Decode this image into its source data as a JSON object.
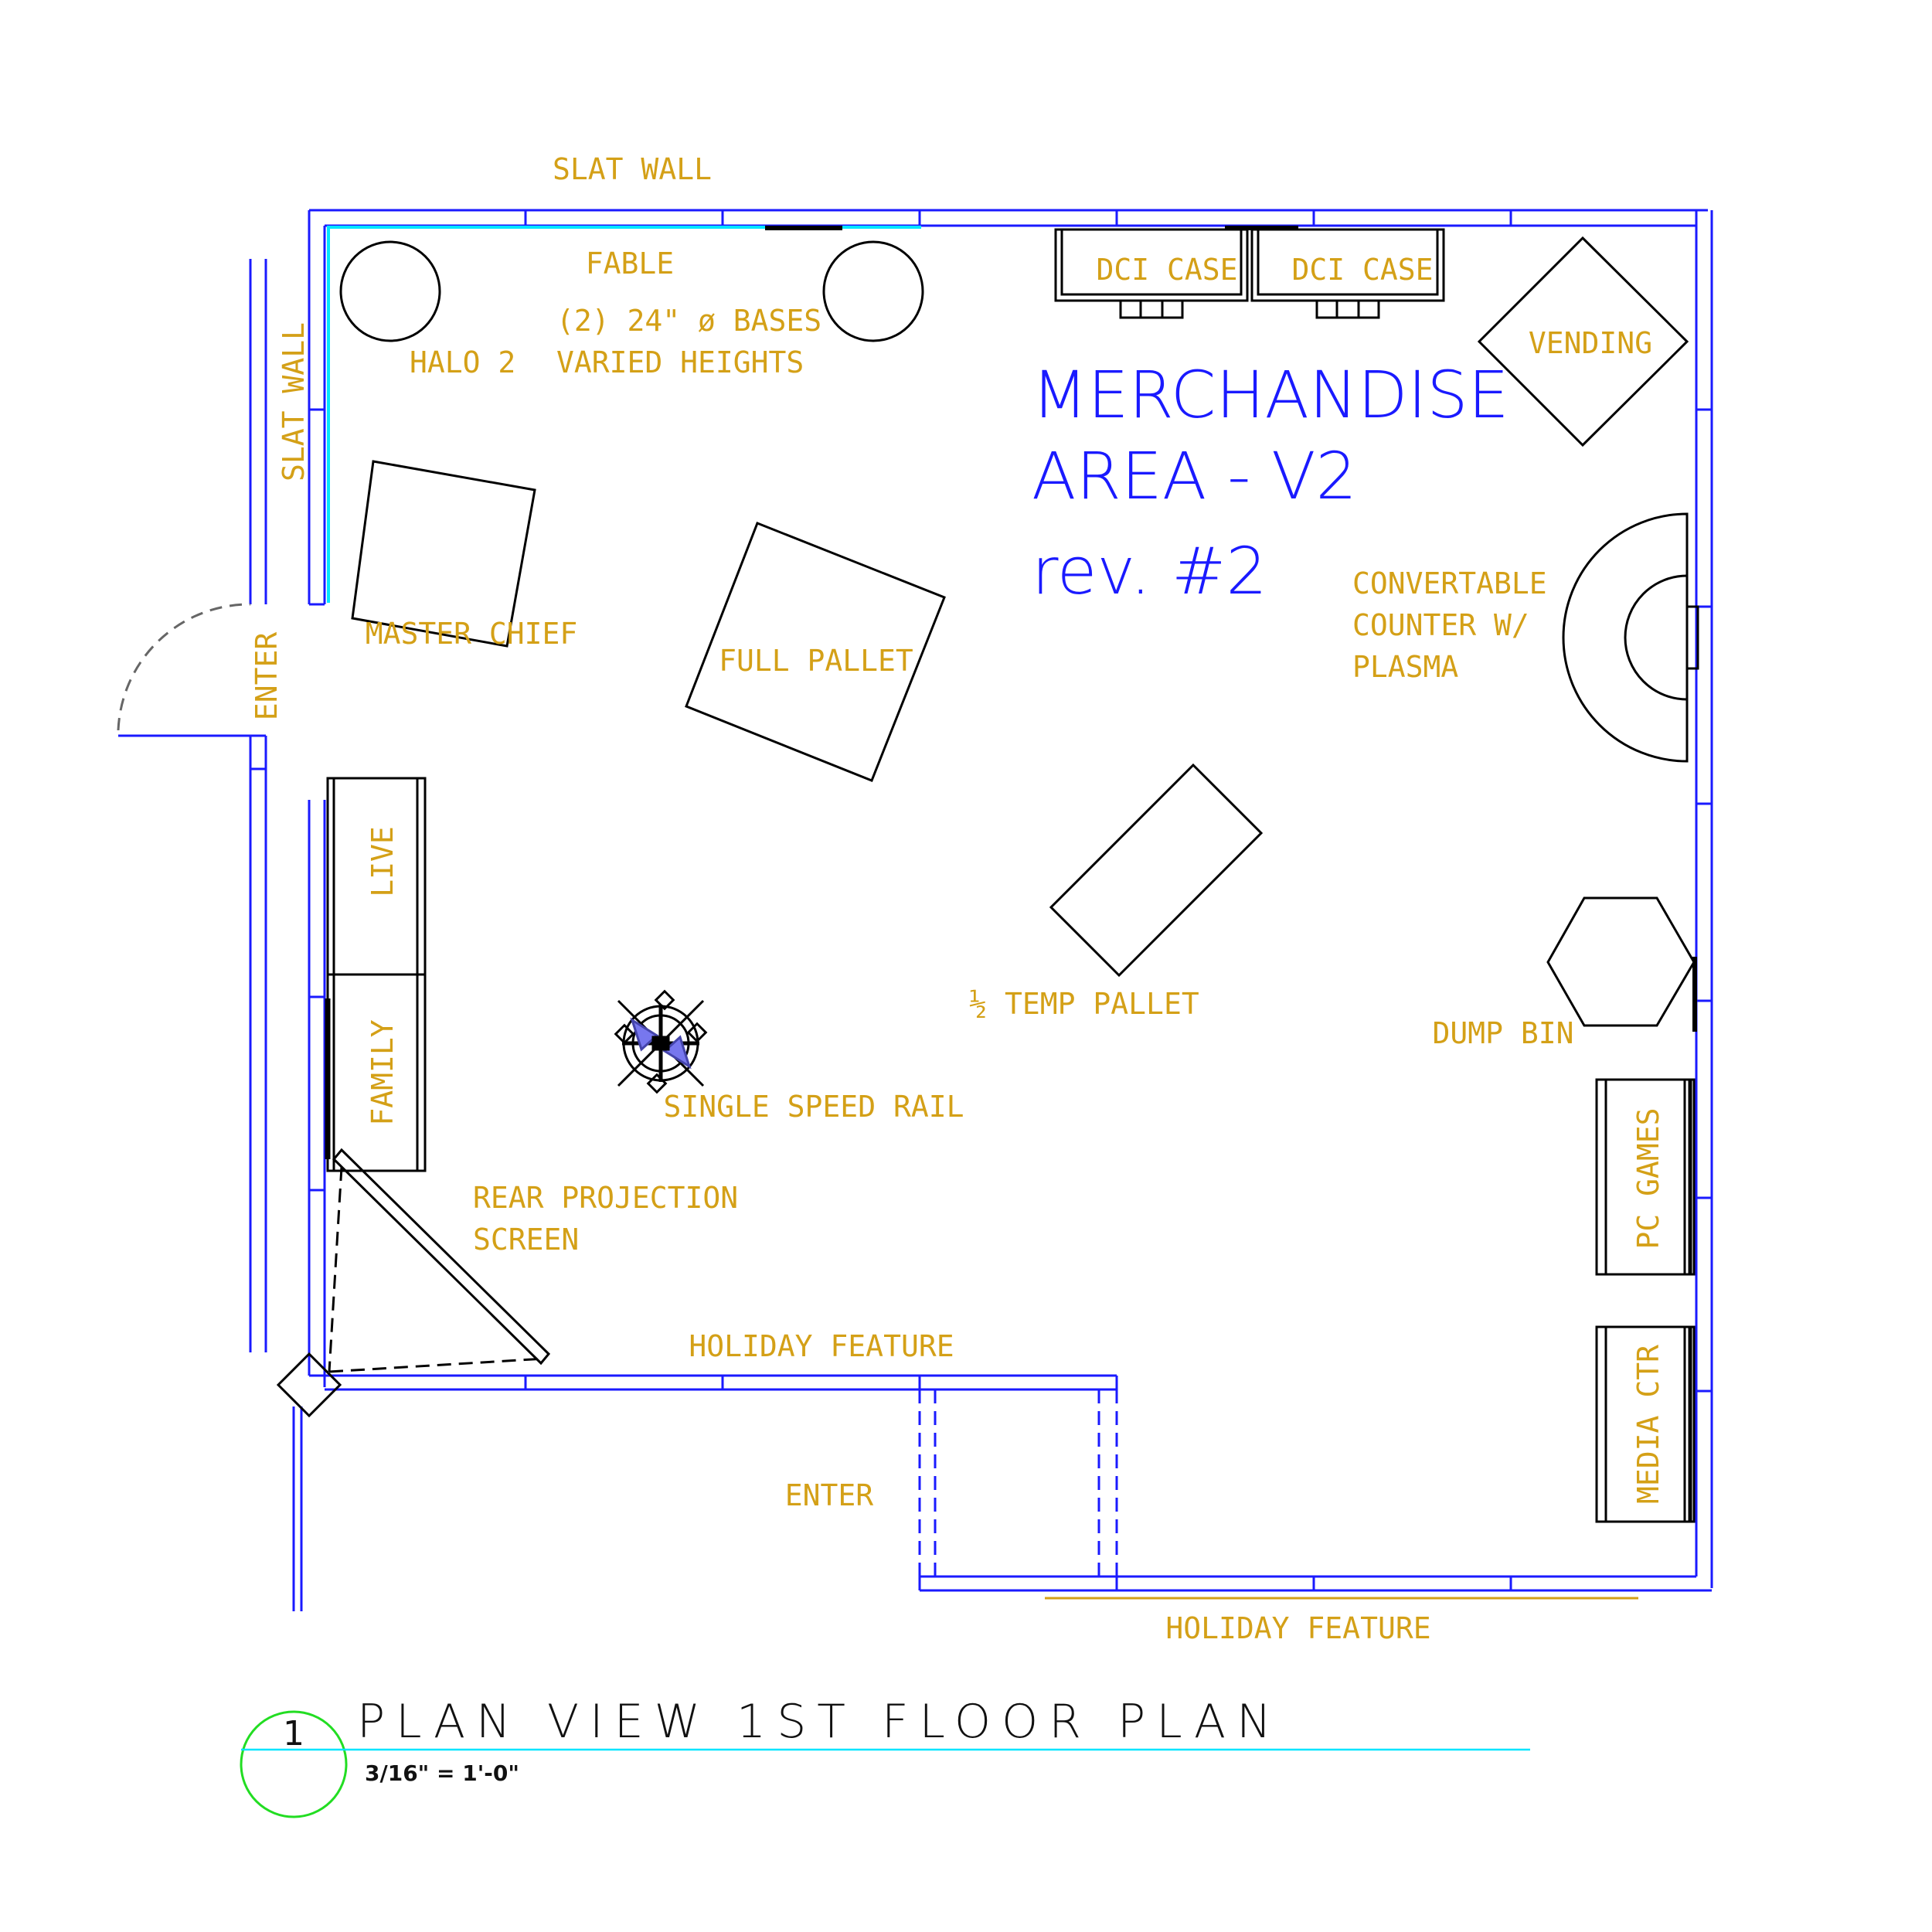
{
  "title": {
    "line1": "MERCHANDISE",
    "line2": "AREA - V2",
    "line3": "rev. #2"
  },
  "labels": {
    "slat_wall_top": "SLAT WALL",
    "slat_wall_left": "SLAT WALL",
    "fable": "FABLE",
    "bases_line1": "(2) 24\" ø BASES",
    "bases_line2": "VARIED HEIGHTS",
    "halo": "HALO 2",
    "dci_case_1": "DCI CASE",
    "dci_case_2": "DCI CASE",
    "vending": "VENDING",
    "master_chief": "MASTER CHIEF",
    "full_pallet": "FULL PALLET",
    "counter_line1": "CONVERTABLE",
    "counter_line2": "COUNTER W/",
    "counter_line3": "PLASMA",
    "enter_left": "ENTER",
    "live": "LIVE",
    "family": "FAMILY",
    "half_pallet": "½ TEMP PALLET",
    "dump_bin": "DUMP BIN",
    "speed_rail": "SINGLE SPEED RAIL",
    "rear_proj_line1": "REAR PROJECTION",
    "rear_proj_line2": "SCREEN",
    "pc_games": "PC GAMES",
    "holiday_feature_1": "HOLIDAY FEATURE",
    "enter_bottom": "ENTER",
    "media_ctr": "MEDIA CTR",
    "holiday_feature_2": "HOLIDAY FEATURE"
  },
  "caption": {
    "number": "1",
    "title": "PLAN VIEW 1ST FLOOR PLAN",
    "scale": "3/16\" = 1'-0\""
  },
  "colors": {
    "wall": "#1a1aff",
    "slat_wall": "#00e5ff",
    "label": "#d4a017",
    "fixture": "#000000",
    "callout_circle": "#22dd22",
    "caption_line": "#00e5ff"
  }
}
